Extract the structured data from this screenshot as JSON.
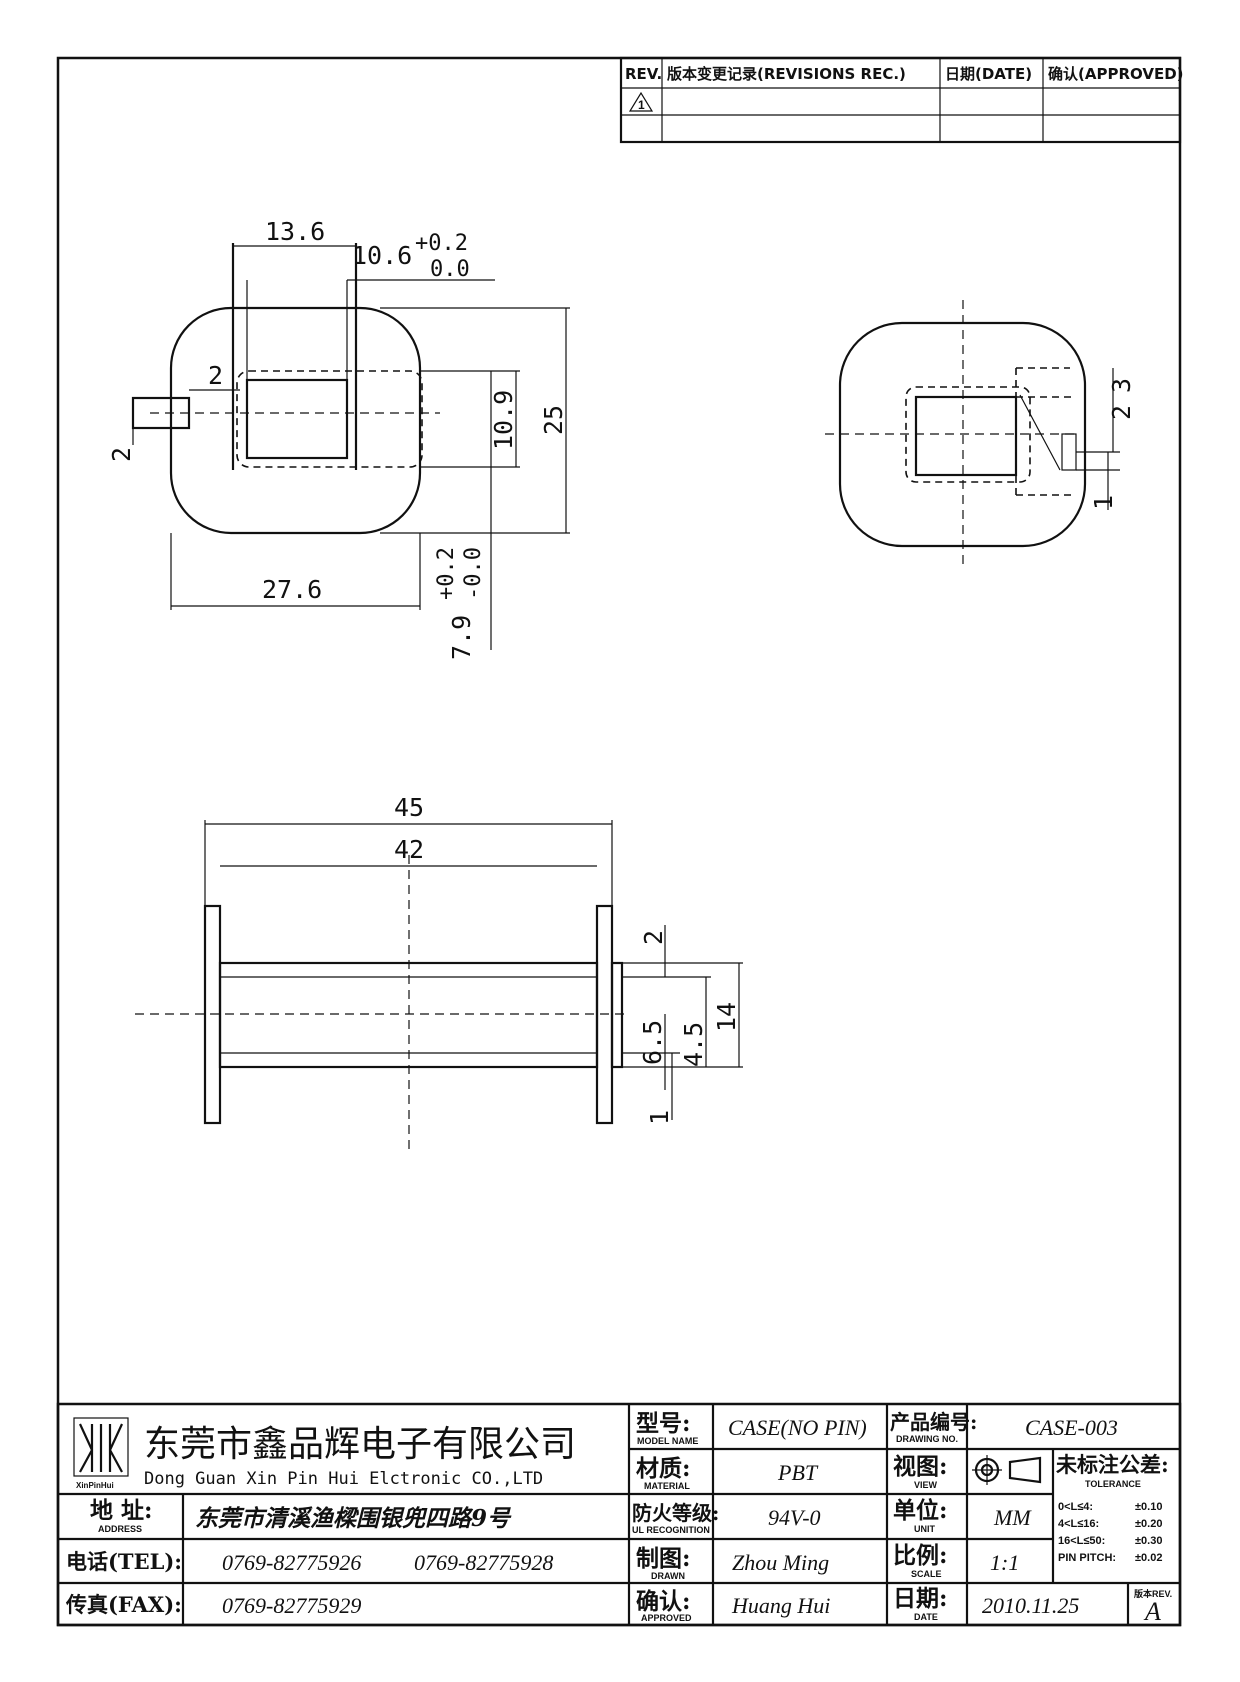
{
  "revision_block": {
    "headers": {
      "rev": "REV.",
      "record": "版本变更记录(REVISIONS REC.)",
      "date": "日期(DATE)",
      "approved": "确认(APPROVED)"
    },
    "rev_symbol": "1"
  },
  "dimensions": {
    "top_view": {
      "d1": "13.6",
      "d2_base": "10.6",
      "d2_upper": "+0.2",
      "d2_lower": "0.0",
      "d3": "2",
      "d4": "2",
      "d5": "10.9",
      "d6": "25",
      "d7": "27.6",
      "d8_base": "7.9",
      "d8_upper": "+0.2",
      "d8_lower": "-0.0"
    },
    "side_view": {
      "d1": "2",
      "d2": "3",
      "d3": "1"
    },
    "front_view": {
      "d1": "45",
      "d2": "42",
      "d3": "2",
      "d4": "14",
      "d5": "6.5",
      "d6": "4.5",
      "d7": "1"
    }
  },
  "title_block": {
    "company_cn": "东莞市鑫品辉电子有限公司",
    "company_en": "Dong Guan Xin Pin Hui Elctronic CO.,LTD",
    "logo_text": "XinPinHui",
    "address_label": "地  址:",
    "address_label_en": "ADDRESS",
    "address_value": "东莞市清溪渔樑围银兜四路9号",
    "tel_label": "电话(TEL):",
    "tel_value_1": "0769-82775926",
    "tel_value_2": "0769-82775928",
    "fax_label": "传真(FAX):",
    "fax_value": "0769-82775929",
    "model_label": "型号:",
    "model_label_en": "MODEL NAME",
    "model_value": "CASE(NO PIN)",
    "material_label": "材质:",
    "material_label_en": "MATERIAL",
    "material_value": "PBT",
    "flame_label": "防火等级:",
    "flame_label_en": "UL RECOGNITION",
    "flame_value": "94V-0",
    "drawn_label": "制图:",
    "drawn_label_en": "DRAWN",
    "drawn_value": "Zhou Ming",
    "approved_label": "确认:",
    "approved_label_en": "APPROVED",
    "approved_value": "Huang Hui",
    "drawing_no_label": "产品编号:",
    "drawing_no_label_en": "DRAWING NO.",
    "drawing_no_value": "CASE-003",
    "view_label": "视图:",
    "view_label_en": "VIEW",
    "unit_label": "单位:",
    "unit_label_en": "UNIT",
    "unit_value": "MM",
    "scale_label": "比例:",
    "scale_label_en": "SCALE",
    "scale_value": "1:1",
    "date_label": "日期:",
    "date_label_en": "DATE",
    "date_value": "2010.11.25",
    "tolerance_label": "未标注公差:",
    "tolerance_label_en": "TOLERANCE",
    "tolerance_rows": [
      {
        "range": "0<L≤4:",
        "value": "±0.10"
      },
      {
        "range": "4<L≤16:",
        "value": "±0.20"
      },
      {
        "range": "16<L≤50:",
        "value": "±0.30"
      },
      {
        "range": "PIN PITCH:",
        "value": "±0.02"
      }
    ],
    "rev_label": "版本REV.",
    "rev_value": "A"
  }
}
